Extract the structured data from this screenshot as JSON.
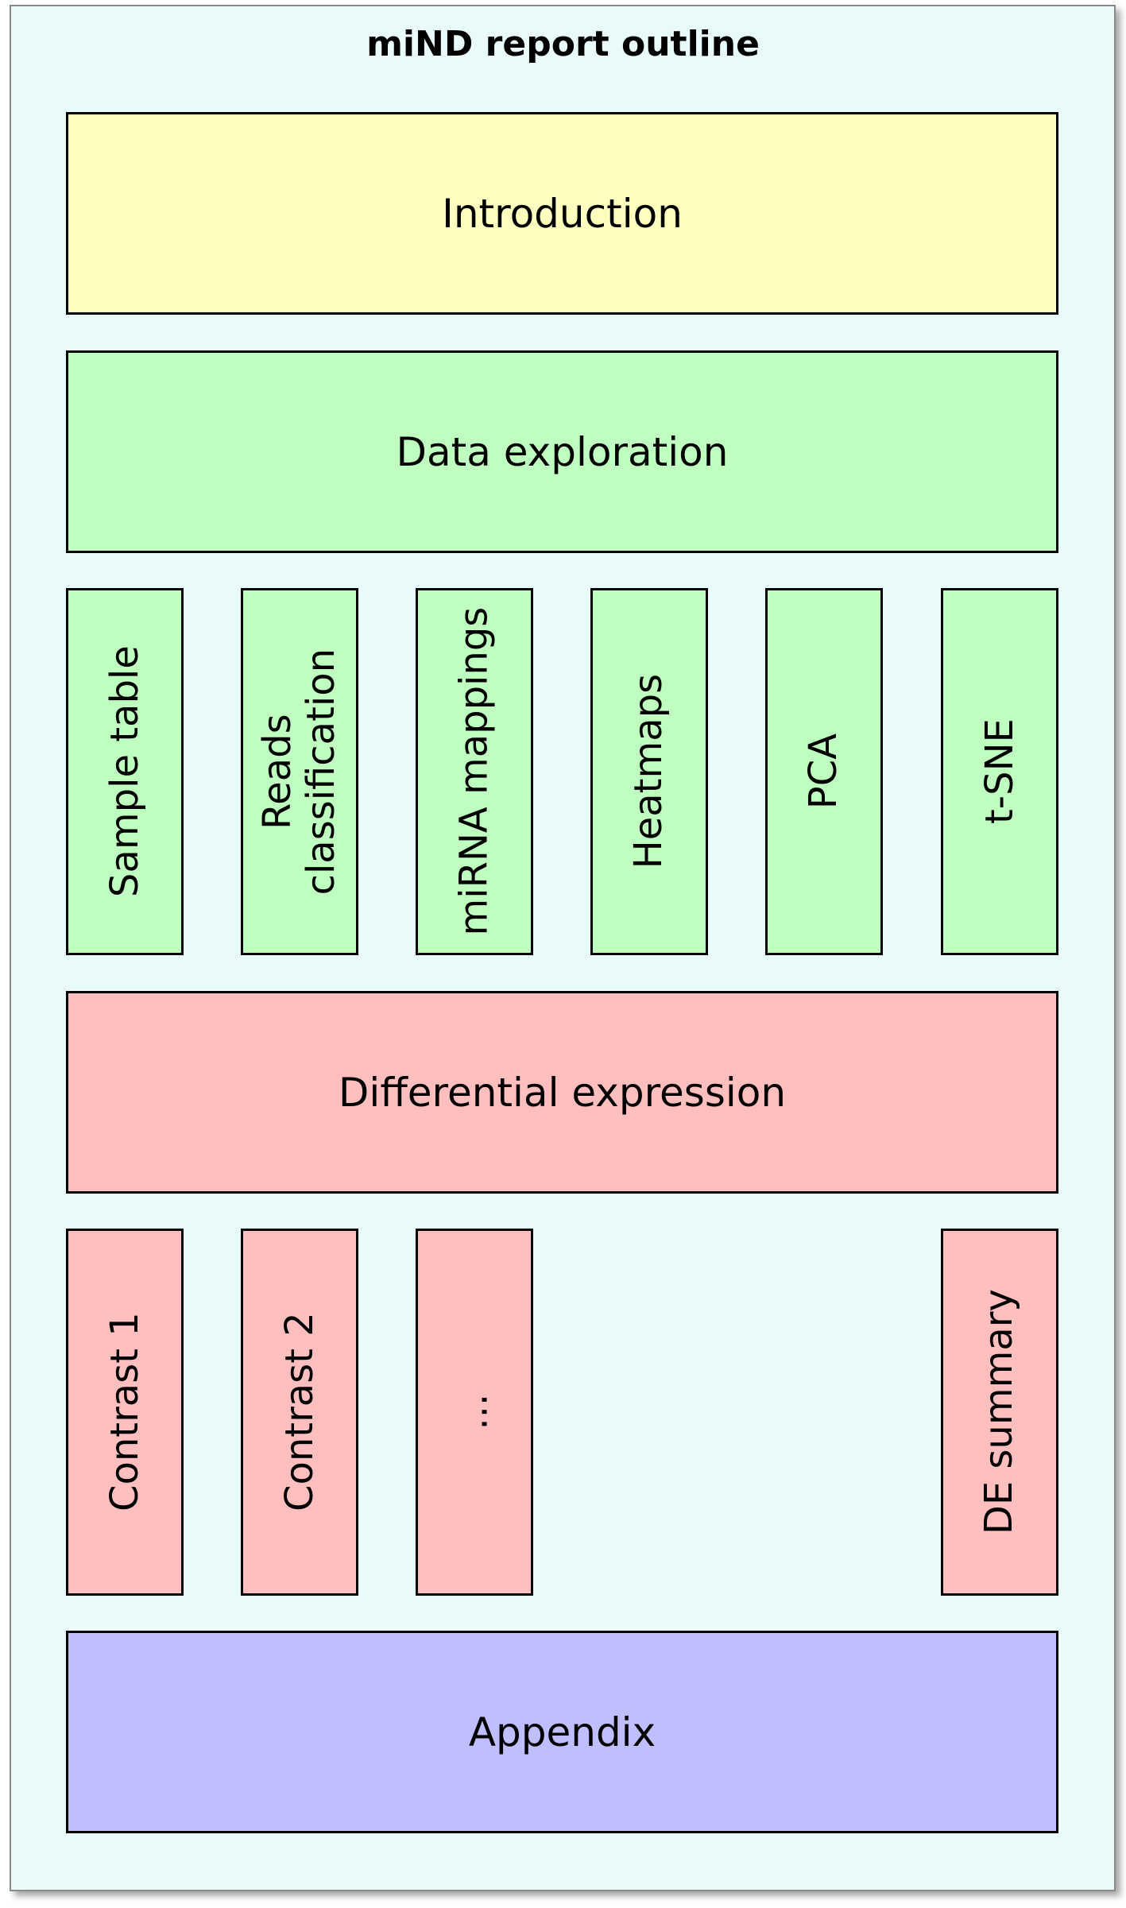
{
  "title": "miND report outline",
  "colors": {
    "introduction": "#ffffbf",
    "data_exploration": "#bfffbf",
    "differential_expression": "#ffbfbf",
    "appendix": "#bfbfff",
    "background": "#e9fafa"
  },
  "sections": {
    "introduction": "Introduction",
    "data_exploration": "Data exploration",
    "differential_expression": "Differential expression",
    "appendix": "Appendix"
  },
  "data_exploration_items": [
    "Sample table",
    "Reads\nclassification",
    "miRNA mappings",
    "Heatmaps",
    "PCA",
    "t-SNE"
  ],
  "differential_expression_items": [
    "Contrast 1",
    "Contrast 2",
    "...",
    "DE summary"
  ]
}
